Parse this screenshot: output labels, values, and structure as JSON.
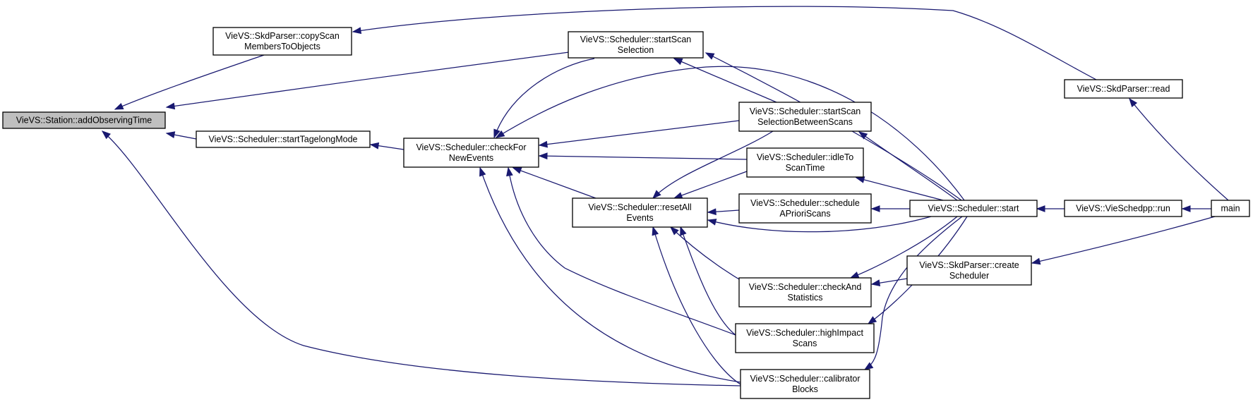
{
  "diagram": {
    "kind": "call-graph",
    "colors": {
      "root_fill": "#bfbfbf",
      "node_fill": "#ffffff",
      "node_border": "#000000",
      "edge": "#191970"
    },
    "nodes": [
      {
        "id": "addObservingTime",
        "lines": [
          "VieVS::Station::addObservingTime"
        ],
        "root": true
      },
      {
        "id": "copyScanMembers",
        "lines": [
          "VieVS::SkdParser::copyScan",
          "MembersToObjects"
        ]
      },
      {
        "id": "startTagelongMode",
        "lines": [
          "VieVS::Scheduler::startTagelongMode"
        ]
      },
      {
        "id": "checkForNewEvents",
        "lines": [
          "VieVS::Scheduler::checkFor",
          "NewEvents"
        ]
      },
      {
        "id": "startScanSelection",
        "lines": [
          "VieVS::Scheduler::startScan",
          "Selection"
        ]
      },
      {
        "id": "resetAllEvents",
        "lines": [
          "VieVS::Scheduler::resetAll",
          "Events"
        ]
      },
      {
        "id": "startScanSelectionBetweenScans",
        "lines": [
          "VieVS::Scheduler::startScan",
          "SelectionBetweenScans"
        ]
      },
      {
        "id": "idleToScanTime",
        "lines": [
          "VieVS::Scheduler::idleTo",
          "ScanTime"
        ]
      },
      {
        "id": "scheduleAPrioriScans",
        "lines": [
          "VieVS::Scheduler::schedule",
          "APrioriScans"
        ]
      },
      {
        "id": "checkAndStatistics",
        "lines": [
          "VieVS::Scheduler::checkAnd",
          "Statistics"
        ]
      },
      {
        "id": "highImpactScans",
        "lines": [
          "VieVS::Scheduler::highImpact",
          "Scans"
        ]
      },
      {
        "id": "calibratorBlocks",
        "lines": [
          "VieVS::Scheduler::calibrator",
          "Blocks"
        ]
      },
      {
        "id": "start",
        "lines": [
          "VieVS::Scheduler::start"
        ]
      },
      {
        "id": "createScheduler",
        "lines": [
          "VieVS::SkdParser::create",
          "Scheduler"
        ]
      },
      {
        "id": "skdRead",
        "lines": [
          "VieVS::SkdParser::read"
        ]
      },
      {
        "id": "run",
        "lines": [
          "VieVS::VieSchedpp::run"
        ]
      },
      {
        "id": "main",
        "lines": [
          "main"
        ]
      }
    ],
    "edges": [
      {
        "from": "copyScanMembers",
        "to": "addObservingTime"
      },
      {
        "from": "startScanSelection",
        "to": "addObservingTime"
      },
      {
        "from": "startTagelongMode",
        "to": "addObservingTime"
      },
      {
        "from": "calibratorBlocks",
        "to": "addObservingTime"
      },
      {
        "from": "skdRead",
        "to": "copyScanMembers"
      },
      {
        "from": "checkForNewEvents",
        "to": "startTagelongMode"
      },
      {
        "from": "startScanSelection",
        "to": "checkForNewEvents"
      },
      {
        "from": "start",
        "to": "checkForNewEvents"
      },
      {
        "from": "startScanSelectionBetweenScans",
        "to": "checkForNewEvents"
      },
      {
        "from": "idleToScanTime",
        "to": "checkForNewEvents"
      },
      {
        "from": "resetAllEvents",
        "to": "checkForNewEvents"
      },
      {
        "from": "highImpactScans",
        "to": "checkForNewEvents"
      },
      {
        "from": "calibratorBlocks",
        "to": "checkForNewEvents"
      },
      {
        "from": "start",
        "to": "startScanSelection"
      },
      {
        "from": "startScanSelectionBetweenScans",
        "to": "startScanSelection"
      },
      {
        "from": "startScanSelectionBetweenScans",
        "to": "resetAllEvents"
      },
      {
        "from": "idleToScanTime",
        "to": "resetAllEvents"
      },
      {
        "from": "scheduleAPrioriScans",
        "to": "resetAllEvents"
      },
      {
        "from": "start",
        "to": "resetAllEvents"
      },
      {
        "from": "checkAndStatistics",
        "to": "resetAllEvents"
      },
      {
        "from": "highImpactScans",
        "to": "resetAllEvents"
      },
      {
        "from": "calibratorBlocks",
        "to": "resetAllEvents"
      },
      {
        "from": "start",
        "to": "startScanSelectionBetweenScans"
      },
      {
        "from": "start",
        "to": "idleToScanTime"
      },
      {
        "from": "start",
        "to": "scheduleAPrioriScans"
      },
      {
        "from": "start",
        "to": "checkAndStatistics"
      },
      {
        "from": "createScheduler",
        "to": "checkAndStatistics"
      },
      {
        "from": "start",
        "to": "highImpactScans"
      },
      {
        "from": "start",
        "to": "calibratorBlocks"
      },
      {
        "from": "run",
        "to": "start"
      },
      {
        "from": "main",
        "to": "run"
      },
      {
        "from": "main",
        "to": "skdRead"
      },
      {
        "from": "main",
        "to": "createScheduler"
      }
    ]
  }
}
